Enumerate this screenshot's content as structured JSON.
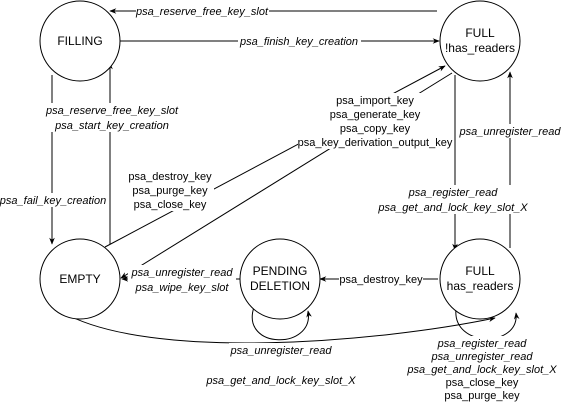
{
  "states": {
    "filling": "FILLING",
    "full_no_readers": [
      "FULL",
      "!has_readers"
    ],
    "empty": "EMPTY",
    "pending_deletion": [
      "PENDING",
      "DELETION"
    ],
    "full_has_readers": [
      "FULL",
      "has_readers"
    ]
  },
  "transitions": {
    "full_to_filling": "psa_reserve_free_key_slot",
    "filling_to_full": "psa_finish_key_creation",
    "empty_to_filling": [
      "psa_reserve_free_key_slot",
      "psa_start_key_creation"
    ],
    "filling_to_empty": "psa_fail_key_creation",
    "to_full_no_readers": [
      "psa_import_key",
      "psa_generate_key",
      "psa_copy_key",
      "psa_key_derivation_output_key"
    ],
    "full_to_empty": [
      "psa_destroy_key",
      "psa_purge_key",
      "psa_close_key"
    ],
    "has_readers_to_no_readers": "psa_unregister_read",
    "no_readers_to_has_readers": [
      "psa_register_read",
      "psa_get_and_lock_key_slot_X"
    ],
    "pending_to_empty": [
      "psa_unregister_read",
      "psa_wipe_key_slot"
    ],
    "has_readers_to_pending": "psa_destroy_key",
    "pending_self": "psa_unregister_read",
    "empty_to_has_readers": "psa_get_and_lock_key_slot_X",
    "has_readers_self": [
      "psa_register_read",
      "psa_unregister_read",
      "psa_get_and_lock_key_slot_X"
    ],
    "has_readers_self_plain": [
      "psa_close_key",
      "psa_purge_key"
    ]
  }
}
